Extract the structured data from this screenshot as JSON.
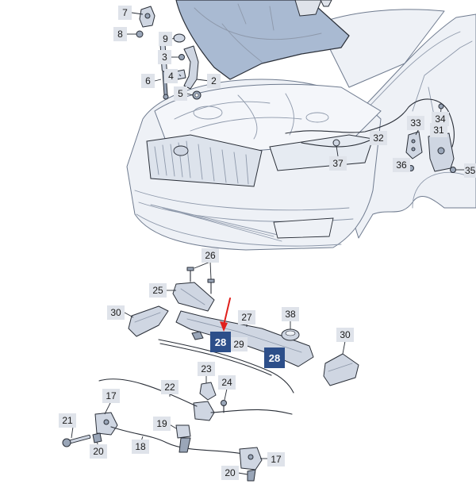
{
  "colors": {
    "highlight": "#2d4f8a",
    "arrow": "#e0201c",
    "part_fill": "#cfd6e2",
    "hood_fill": "#a9bad2"
  },
  "parts": [
    {
      "id": "p7",
      "number": "7"
    },
    {
      "id": "p8",
      "number": "8"
    },
    {
      "id": "p9",
      "number": "9"
    },
    {
      "id": "p3",
      "number": "3"
    },
    {
      "id": "p4",
      "number": "4"
    },
    {
      "id": "p2",
      "number": "2"
    },
    {
      "id": "p6",
      "number": "6"
    },
    {
      "id": "p5",
      "number": "5"
    },
    {
      "id": "p34",
      "number": "34"
    },
    {
      "id": "p33",
      "number": "33"
    },
    {
      "id": "p31",
      "number": "31"
    },
    {
      "id": "p32",
      "number": "32"
    },
    {
      "id": "p37",
      "number": "37"
    },
    {
      "id": "p36",
      "number": "36"
    },
    {
      "id": "p35",
      "number": "35"
    },
    {
      "id": "p26",
      "number": "26"
    },
    {
      "id": "p25",
      "number": "25"
    },
    {
      "id": "p30a",
      "number": "30"
    },
    {
      "id": "p27",
      "number": "27"
    },
    {
      "id": "p38",
      "number": "38"
    },
    {
      "id": "p29",
      "number": "29"
    },
    {
      "id": "p30b",
      "number": "30"
    },
    {
      "id": "p23",
      "number": "23"
    },
    {
      "id": "p24",
      "number": "24"
    },
    {
      "id": "p22",
      "number": "22"
    },
    {
      "id": "p17a",
      "number": "17"
    },
    {
      "id": "p21",
      "number": "21"
    },
    {
      "id": "p19",
      "number": "19"
    },
    {
      "id": "p20a",
      "number": "20"
    },
    {
      "id": "p18",
      "number": "18"
    },
    {
      "id": "p17b",
      "number": "17"
    },
    {
      "id": "p20b",
      "number": "20"
    }
  ],
  "highlighted_parts": [
    {
      "id": "h28a",
      "number": "28"
    },
    {
      "id": "h28b",
      "number": "28"
    }
  ]
}
